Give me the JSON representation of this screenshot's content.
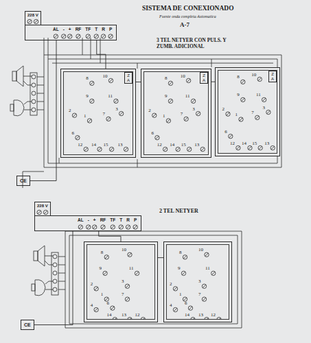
{
  "diagram": {
    "title": "SISTEMA DE CONEXIONADO",
    "nodes": [
      {
        "text": [
          "228 V"
        ]
      },
      {
        "text": [
          "AL",
          "-",
          "+",
          "RF",
          "TF",
          "T",
          "R",
          "P"
        ]
      },
      {
        "text": [
          "8",
          "10",
          "9",
          "11",
          "2",
          "1",
          "7",
          "3",
          "6",
          "12",
          "14",
          "15",
          "13"
        ]
      },
      {
        "text": [
          "Z",
          "A"
        ],
        "in": 2
      },
      {
        "text": [
          "8",
          "10",
          "9",
          "11",
          "2",
          "1",
          "7",
          "3",
          "6",
          "12",
          "14",
          "15",
          "13"
        ]
      },
      {
        "text": [
          "Z",
          "A"
        ],
        "in": 4
      },
      {
        "text": [
          "8",
          "10",
          "9",
          "11",
          "2",
          "1",
          "7",
          "3",
          "6",
          "12",
          "14",
          "15",
          "13"
        ]
      },
      {
        "text": [
          "Z",
          "A"
        ],
        "in": 6
      },
      {
        "text": [
          "CE"
        ]
      },
      {
        "text": [
          "228 V"
        ]
      },
      {
        "text": [
          "AL",
          "-",
          "+",
          "RF",
          "TF",
          "T",
          "R",
          "P"
        ]
      },
      {
        "text": [
          "8",
          "10",
          "9",
          "11",
          "2",
          "3",
          "1",
          "7",
          "4",
          "6",
          "14",
          "13",
          "12"
        ]
      },
      {
        "text": [
          "8",
          "10",
          "9",
          "11",
          "2",
          "3",
          "1",
          "7",
          "4",
          "6",
          "14",
          "13",
          "12"
        ]
      },
      {
        "text": [
          "CE"
        ]
      }
    ],
    "edges": [
      {
        "from": 1,
        "to": 2,
        "arrow": "none"
      },
      {
        "from": 2,
        "to": 4,
        "arrow": "none"
      },
      {
        "from": 4,
        "to": 6,
        "arrow": "none"
      },
      {
        "from": 8,
        "to": 1,
        "arrow": "none"
      },
      {
        "from": 10,
        "to": 11,
        "arrow": "none"
      },
      {
        "from": 11,
        "to": 12,
        "arrow": "none"
      },
      {
        "from": 13,
        "to": 10,
        "arrow": "none"
      }
    ],
    "labels": [
      "Fuente onda completa Automatica",
      "A-7",
      "3 TEL NETYER CON PULS. Y ZUMB. ADICIONAL",
      "2 TEL NETYER"
    ]
  }
}
